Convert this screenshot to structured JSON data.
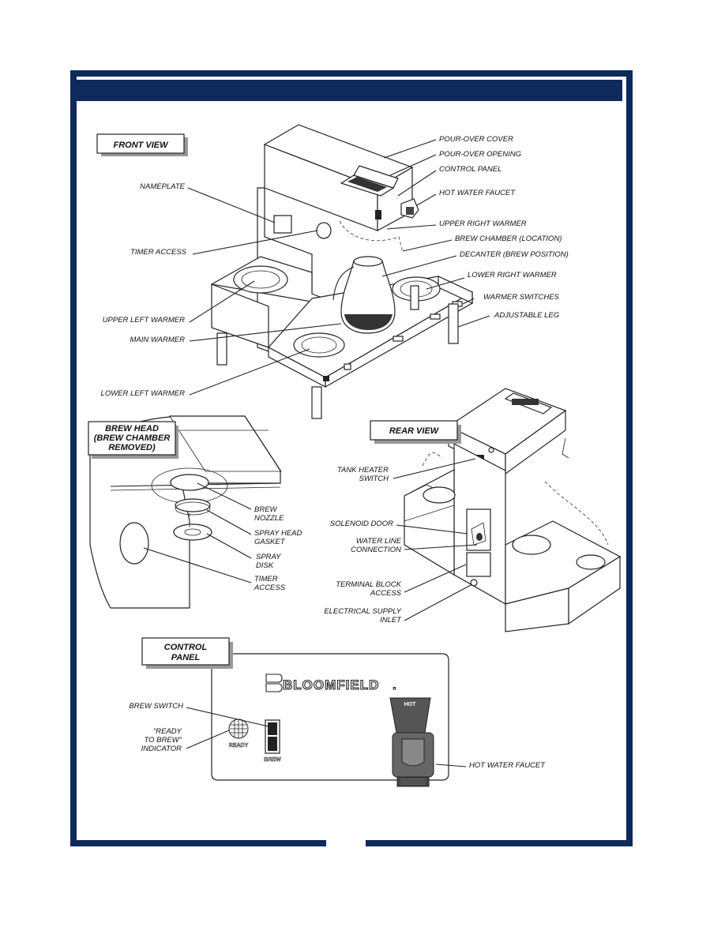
{
  "header": {
    "title": ""
  },
  "front_view": {
    "title": "FRONT VIEW",
    "labels": {
      "pour_over_cover": "POUR-OVER COVER",
      "pour_over_opening": "POUR-OVER OPENING",
      "control_panel": "CONTROL PANEL",
      "hot_water_faucet": "HOT WATER FAUCET",
      "nameplate": "NAMEPLATE",
      "upper_right_warmer": "UPPER RIGHT WARMER",
      "brew_chamber": "BREW CHAMBER (LOCATION)",
      "timer_access": "TIMER ACCESS",
      "decanter": "DECANTER (BREW POSITION)",
      "lower_right_warmer": "LOWER RIGHT WARMER",
      "warmer_switches": "WARMER SWITCHES",
      "upper_left_warmer": "UPPER LEFT WARMER",
      "adjustable_leg": "ADJUSTABLE LEG",
      "main_warmer": "MAIN WARMER",
      "lower_left_warmer": "LOWER LEFT WARMER"
    }
  },
  "brew_head": {
    "title_lines": [
      "BREW HEAD",
      "(BREW CHAMBER",
      "REMOVED)"
    ],
    "labels": {
      "brew_nozzle": [
        "BREW",
        "NOZZLE"
      ],
      "spray_head_gasket": [
        "SPRAY HEAD",
        "GASKET"
      ],
      "spray_disk": [
        "SPRAY",
        "DISK"
      ],
      "timer_access": [
        "TIMER",
        "ACCESS"
      ]
    }
  },
  "rear_view": {
    "title": "REAR VIEW",
    "labels": {
      "tank_heater_switch": [
        "TANK HEATER",
        "SWITCH"
      ],
      "solenoid_door": [
        "SOLENOID DOOR"
      ],
      "water_line_connection": [
        "WATER LINE",
        "CONNECTION"
      ],
      "terminal_block_access": [
        "TERMINAL BLOCK",
        "ACCESS"
      ],
      "electrical_supply_inlet": [
        "ELECTRICAL SUPPLY",
        "INLET"
      ]
    }
  },
  "control_panel_view": {
    "title_lines": [
      "CONTROL",
      "PANEL"
    ],
    "brand": "BLOOMFIELD",
    "brand_mark": ".",
    "labels": {
      "brew_switch": [
        "BREW SWITCH"
      ],
      "ready_indicator": [
        "\"READY",
        "TO BREW\"",
        "INDICATOR"
      ],
      "hot_water_faucet": [
        "HOT WATER FAUCET"
      ]
    },
    "ready_text": "READY",
    "brew_text": "BREW",
    "hot_text": "HOT"
  },
  "colors": {
    "frame": "#0e2a5c",
    "header_bar": "#0e2a5c"
  }
}
